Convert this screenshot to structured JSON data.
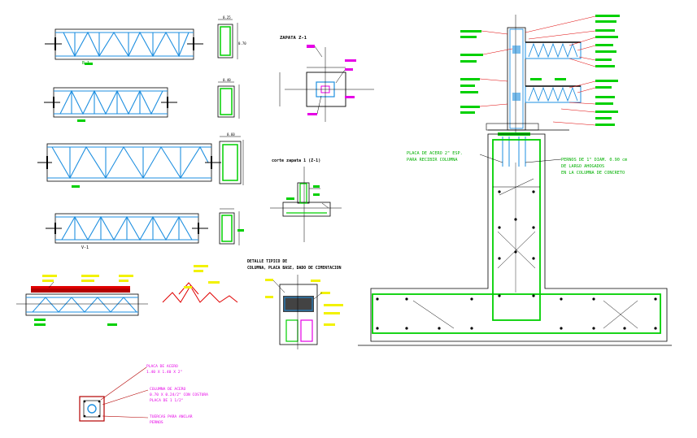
{
  "drawing": {
    "labels": {
      "beam_1": "B-1",
      "beam_4": "V-1",
      "zapata_title": "ZAPATA Z-1",
      "corte_title": "corte zapata 1 (Z-1)",
      "detalle_line1": "DETALLE TIPICO DE",
      "detalle_line2": "COLUMNA, PLACA BASE, DADO DE CIMENTACION",
      "placa_note_1": "PLACA DE ACERO 2\" ESP.",
      "placa_note_2": "PARA RECIBIR COLUMNA",
      "pernos_note_1": "PERNOS DE 1\" DIAM. 0.90 cm",
      "pernos_note_2": "DE LARGO AHOGADOS",
      "pernos_note_3": "EN LA COLUMNA DE CONCRETO",
      "base_note_1": "PLACA DE ACERO",
      "base_note_2": "1.40 X 1.40 X 2\"",
      "base_note_3": "COLUMNA DE ACERO",
      "base_note_4": "0.70 X 0.24/2\" CON COSTURA",
      "base_note_5": "PLACA DE 1 1/2\"",
      "base_note_6": "TUERCAS PARA ANCLAR",
      "base_note_7": "PERNOS",
      "dim_a": "0.70",
      "dim_b": "0.25",
      "dim_c": "0.40",
      "dim_d": "0.60"
    },
    "colors": {
      "truss": "#1e8fe0",
      "green": "#00d000",
      "yellow": "#f2f200",
      "magenta": "#e600e6",
      "red": "#e00000",
      "dark_red": "#b40000",
      "black": "#000000"
    }
  }
}
